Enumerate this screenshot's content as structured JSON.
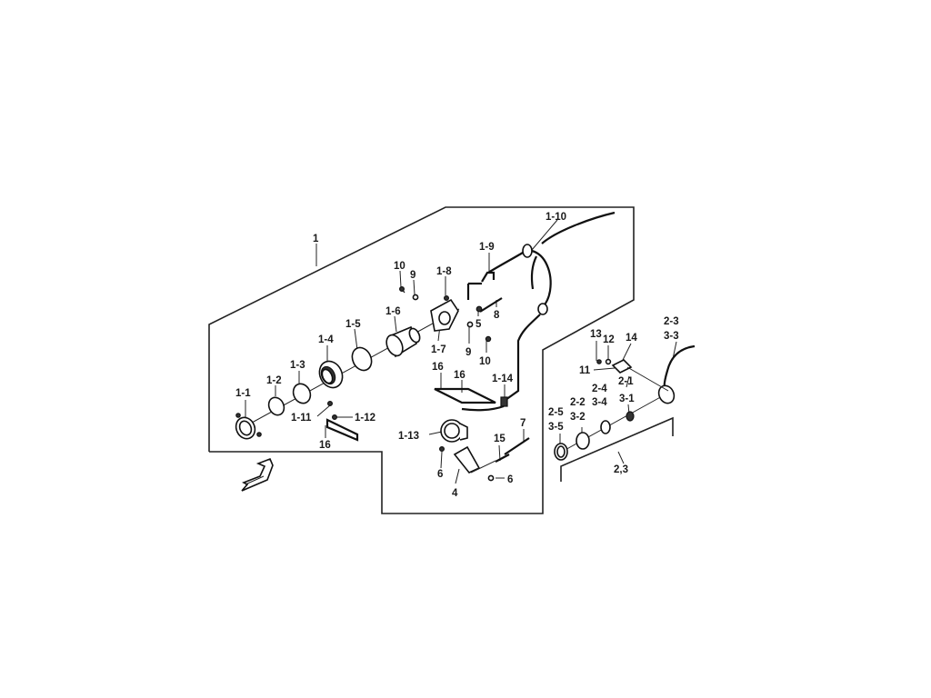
{
  "callouts": {
    "c1": "1",
    "c1_1": "1-1",
    "c1_2": "1-2",
    "c1_3": "1-3",
    "c1_4": "1-4",
    "c1_5": "1-5",
    "c1_6": "1-6",
    "c1_7": "1-7",
    "c1_8": "1-8",
    "c1_9": "1-9",
    "c1_10": "1-10",
    "c1_11": "1-11",
    "c1_12": "1-12",
    "c1_13": "1-13",
    "c1_14": "1-14",
    "c2_1": "2-1",
    "c2_2": "2-2",
    "c2_3": "2-3",
    "c2_4": "2-4",
    "c2_5": "2-5",
    "c3_1": "3-1",
    "c3_2": "3-2",
    "c3_3": "3-3",
    "c3_4": "3-4",
    "c3_5": "3-5",
    "c2and3": "2,3",
    "c4": "4",
    "c5": "5",
    "c6a": "6",
    "c6b": "6",
    "c7": "7",
    "c8": "8",
    "c9a": "9",
    "c9b": "9",
    "c10a": "10",
    "c10b": "10",
    "c11": "11",
    "c12": "12",
    "c13": "13",
    "c14": "14",
    "c15": "15",
    "c16a": "16",
    "c16b": "16",
    "c16c": "16"
  },
  "icons": {
    "front_arrow": "front-direction-arrow-icon"
  }
}
